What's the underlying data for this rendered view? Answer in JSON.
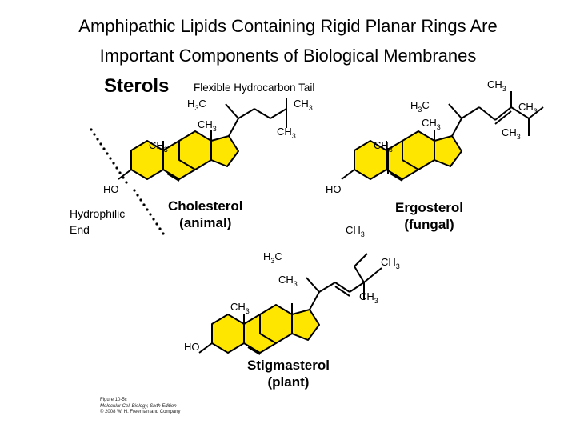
{
  "title": {
    "line1": "Amphipathic Lipids Containing Rigid Planar Rings Are",
    "line2": "Important Components of Biological Membranes"
  },
  "heading": "Sterols",
  "labels": {
    "flexible_tail": "Flexible Hydrocarbon Tail",
    "hydrophilic_end": "Hydrophilic\nEnd"
  },
  "molecules": [
    {
      "name": "Cholesterol",
      "source": "(animal)"
    },
    {
      "name": "Ergosterol",
      "source": "(fungal)"
    },
    {
      "name": "Stigmasterol",
      "source": "(plant)"
    }
  ],
  "atom_labels": {
    "ch3": "CH3",
    "h3c": "H3C",
    "ho": "HO"
  },
  "credit": {
    "figure": "Figure 10-5c",
    "book": "Molecular Cell Biology, Sixth Edition",
    "copyright": "© 2008 W. H. Freeman and Company"
  },
  "colors": {
    "ring_fill": "#ffe600"
  }
}
